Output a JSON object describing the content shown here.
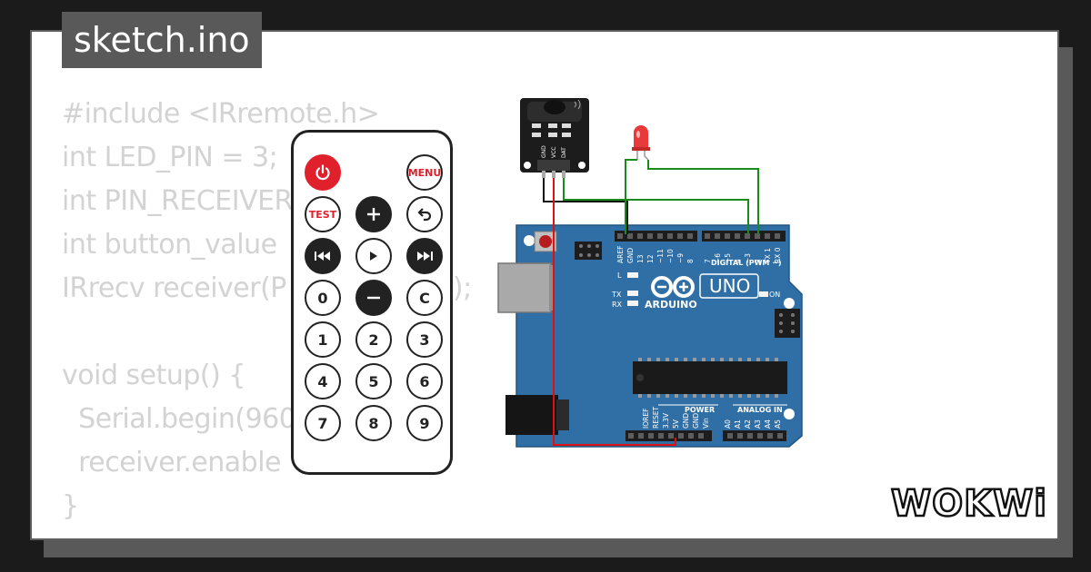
{
  "file_tab": {
    "name": "sketch.ino"
  },
  "code_lines": [
    "#include <IRremote.h>",
    "int LED_PIN = 3;",
    "int PIN_RECEIVER",
    "int button_value",
    "IRrecv receiver(P",
    "",
    "void setup() {",
    "  Serial.begin(960",
    "  receiver.enable",
    "}"
  ],
  "code_tail": "R);",
  "remote": {
    "buttons": [
      {
        "name": "power-button",
        "label": "",
        "icon": "power-icon"
      },
      {
        "name": "menu-button",
        "label": "MENU"
      },
      {
        "name": "test-button",
        "label": "TEST"
      },
      {
        "name": "plus-button",
        "label": "",
        "icon": "plus-icon"
      },
      {
        "name": "back-button",
        "label": "",
        "icon": "back-arrow-icon"
      },
      {
        "name": "rewind-button",
        "label": "",
        "icon": "rewind-icon"
      },
      {
        "name": "play-button",
        "label": "",
        "icon": "play-icon"
      },
      {
        "name": "fast-forward-button",
        "label": "",
        "icon": "fast-forward-icon"
      },
      {
        "name": "zero-button",
        "label": "0"
      },
      {
        "name": "minus-button",
        "label": "",
        "icon": "minus-icon"
      },
      {
        "name": "clear-button",
        "label": "C"
      },
      {
        "name": "one-button",
        "label": "1"
      },
      {
        "name": "two-button",
        "label": "2"
      },
      {
        "name": "three-button",
        "label": "3"
      },
      {
        "name": "four-button",
        "label": "4"
      },
      {
        "name": "five-button",
        "label": "5"
      },
      {
        "name": "six-button",
        "label": "6"
      },
      {
        "name": "seven-button",
        "label": "7"
      },
      {
        "name": "eight-button",
        "label": "8"
      },
      {
        "name": "nine-button",
        "label": "9"
      }
    ]
  },
  "ir_sensor": {
    "pins": [
      "GND",
      "VCC",
      "DAT"
    ]
  },
  "arduino": {
    "board_name": "UNO",
    "brand": "ARDUINO",
    "digital_label": "DIGITAL (PWM ~)",
    "power_label": "POWER",
    "analog_label": "ANALOG IN",
    "on_label": "ON",
    "led_labels": [
      "L",
      "TX",
      "RX"
    ],
    "top_pins": [
      "AREF",
      "GND",
      "13",
      "12",
      "~11",
      "~10",
      "~9",
      "8",
      "7",
      "~6",
      "~5",
      "4",
      "~3",
      "2",
      "TX 1",
      "RX 0"
    ],
    "power_pins": [
      "IOREF",
      "RESET",
      "3.3V",
      "5V",
      "GND",
      "GND",
      "Vin"
    ],
    "analog_pins": [
      "A0",
      "A1",
      "A2",
      "A3",
      "A4",
      "A5"
    ]
  },
  "brand_logo": {
    "text": "WOKWi"
  },
  "colors": {
    "background": "#1b1b1b",
    "card": "#ffffff",
    "tab": "#595959",
    "code_text": "#d3d3d3",
    "board": "#2f6fa6",
    "wire_green": "#1a8a1a",
    "wire_black": "#111111",
    "wire_red": "#e01010",
    "led_red": "#e83a3a"
  }
}
